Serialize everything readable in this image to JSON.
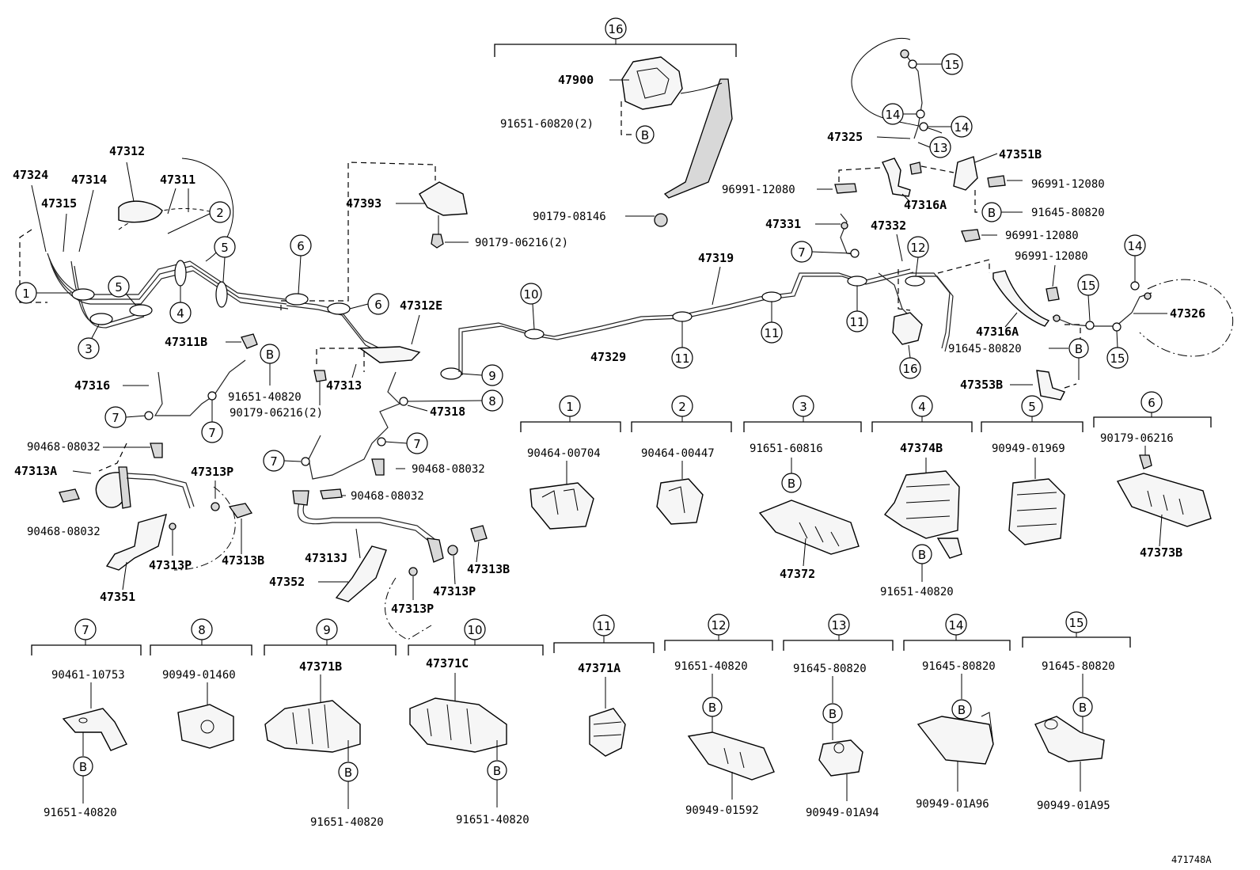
{
  "drawing_id": "471748A",
  "callouts": {
    "c1": "1",
    "c2": "2",
    "c3": "3",
    "c4": "4",
    "c5": "5",
    "c6": "6",
    "c7": "7",
    "c8": "8",
    "c9": "9",
    "c10": "10",
    "c11": "11",
    "c12": "12",
    "c13": "13",
    "c14": "14",
    "c15": "15",
    "c16": "16",
    "B": "B"
  },
  "parts": {
    "p47324": "47324",
    "p47314": "47314",
    "p47315": "47315",
    "p47312": "47312",
    "p47311": "47311",
    "p47311B": "47311B",
    "p47316": "47316",
    "p47313": "47313",
    "p47312E": "47312E",
    "p47393": "47393",
    "p47318": "47318",
    "p47313A": "47313A",
    "p47313P": "47313P",
    "p47313B": "47313B",
    "p47351": "47351",
    "p47313J": "47313J",
    "p47352": "47352",
    "p47900": "47900",
    "p47319": "47319",
    "p47329": "47329",
    "p47325": "47325",
    "p47351B": "47351B",
    "p47316A": "47316A",
    "p47331": "47331",
    "p47332": "47332",
    "p47326": "47326",
    "p47353B": "47353B",
    "p47374B": "47374B",
    "p47372": "47372",
    "p47373B": "47373B",
    "p47371B": "47371B",
    "p47371C": "47371C",
    "p47371A": "47371A"
  },
  "codes": {
    "k91651_60820_2": "91651-60820(2)",
    "k90179_08146": "90179-08146",
    "k90179_06216_2": "90179-06216(2)",
    "k91651_40820": "91651-40820",
    "k90468_08032": "90468-08032",
    "k96991_12080": "96991-12080",
    "k91645_80820": "91645-80820",
    "k90464_00704": "90464-00704",
    "k90464_00447": "90464-00447",
    "k91651_60816": "91651-60816",
    "k90949_01969": "90949-01969",
    "k90179_06216": "90179-06216",
    "k90461_10753": "90461-10753",
    "k90949_01460": "90949-01460",
    "k90949_01592": "90949-01592",
    "k90949_01A94": "90949-01A94",
    "k90949_01A96": "90949-01A96",
    "k90949_01A95": "90949-01A95"
  }
}
